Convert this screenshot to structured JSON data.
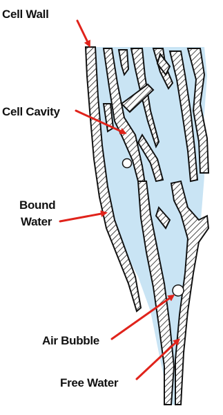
{
  "labels": {
    "cell_wall": "Cell Wall",
    "cell_cavity": "Cell Cavity",
    "bound_water_line1": "Bound",
    "bound_water_line2": "Water",
    "air_bubble": "Air Bubble",
    "free_water": "Free Water"
  },
  "colors": {
    "free_water_fill": "#c9e4f4",
    "cell_wall_fill": "#ffffff",
    "cell_wall_hatch": "#1a1a1a",
    "outline": "#111111",
    "arrow": "#e0231b",
    "air_bubble_fill": "#ffffff",
    "text": "#111111"
  }
}
